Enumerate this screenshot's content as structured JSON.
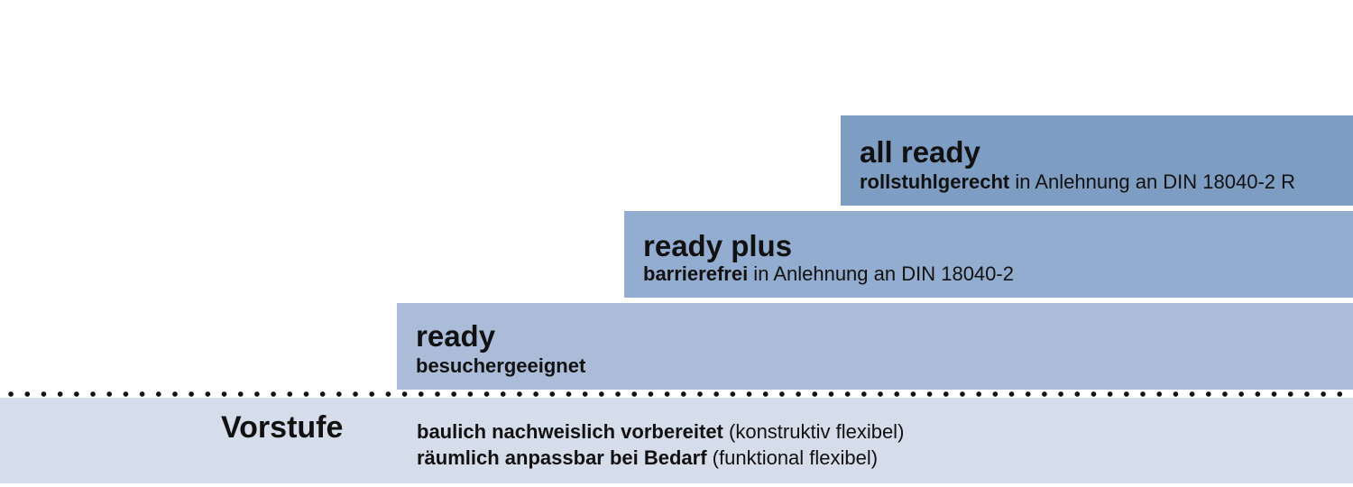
{
  "colors": {
    "all_ready": "#7e9dc3",
    "ready_plus": "#93add0",
    "ready": "#aabcd8",
    "vorstufe": "#d5dcea",
    "dots": "#111111",
    "text": "#111111"
  },
  "levels": [
    {
      "id": "all_ready",
      "title": "all ready",
      "subtitle_bold": "rollstuhlgerecht",
      "subtitle_rest": " in Anlehnung an DIN 18040-2 R"
    },
    {
      "id": "ready_plus",
      "title": "ready plus",
      "subtitle_bold": "barrierefrei",
      "subtitle_rest": " in Anlehnung an DIN 18040-2"
    },
    {
      "id": "ready",
      "title": "ready",
      "subtitle_bold": "besuchergeeignet",
      "subtitle_rest": ""
    }
  ],
  "vorstufe": {
    "label": "Vorstufe",
    "lines": [
      {
        "bold": "baulich nachweislich vorbereitet",
        "rest": " (konstruktiv flexibel)"
      },
      {
        "bold": "räumlich anpassbar bei Bedarf",
        "rest": " (funktional flexibel)"
      }
    ]
  }
}
